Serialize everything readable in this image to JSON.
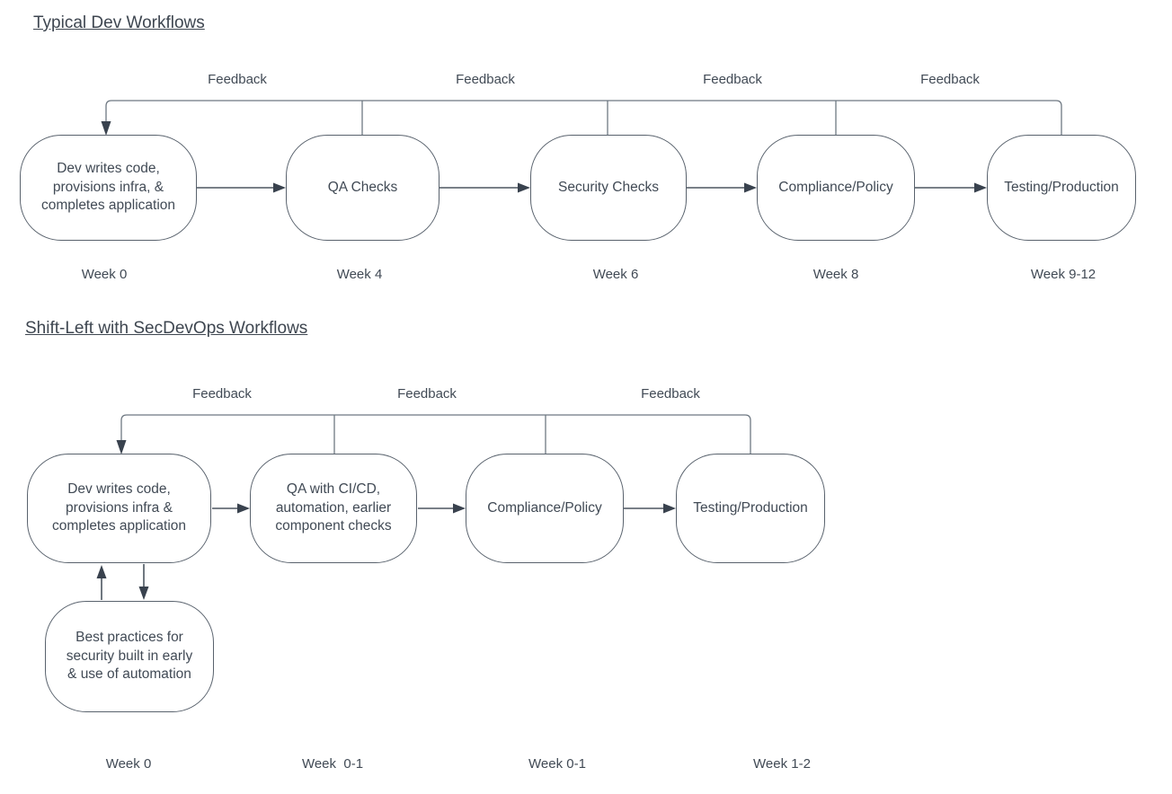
{
  "colors": {
    "line": "#4d5761",
    "feedback_line": "#6e7882",
    "arrow_fill": "#39424e",
    "text": "#414a55",
    "background": "#ffffff"
  },
  "diagram1": {
    "title": "Typical Dev Workflows",
    "feedback_labels": [
      "Feedback",
      "Feedback",
      "Feedback",
      "Feedback"
    ],
    "nodes": [
      {
        "label": "Dev writes code,\nprovisions infra, &\ncompletes application",
        "week": "Week 0"
      },
      {
        "label": "QA Checks",
        "week": "Week 4"
      },
      {
        "label": "Security Checks",
        "week": "Week 6"
      },
      {
        "label": "Compliance/Policy",
        "week": "Week 8"
      },
      {
        "label": "Testing/Production",
        "week": "Week 9-12"
      }
    ]
  },
  "diagram2": {
    "title": "Shift-Left with SecDevOps Workflows",
    "feedback_labels": [
      "Feedback",
      "Feedback",
      "Feedback"
    ],
    "nodes": [
      {
        "label": "Dev writes code,\nprovisions infra &\ncompletes application",
        "week": "Week 0"
      },
      {
        "label": "QA with CI/CD,\nautomation, earlier\ncomponent checks",
        "week": "Week  0-1"
      },
      {
        "label": "Compliance/Policy",
        "week": "Week 0-1"
      },
      {
        "label": "Testing/Production",
        "week": "Week 1-2"
      }
    ],
    "side_node": {
      "label": "Best practices for\nsecurity built in early\n& use of automation"
    }
  }
}
